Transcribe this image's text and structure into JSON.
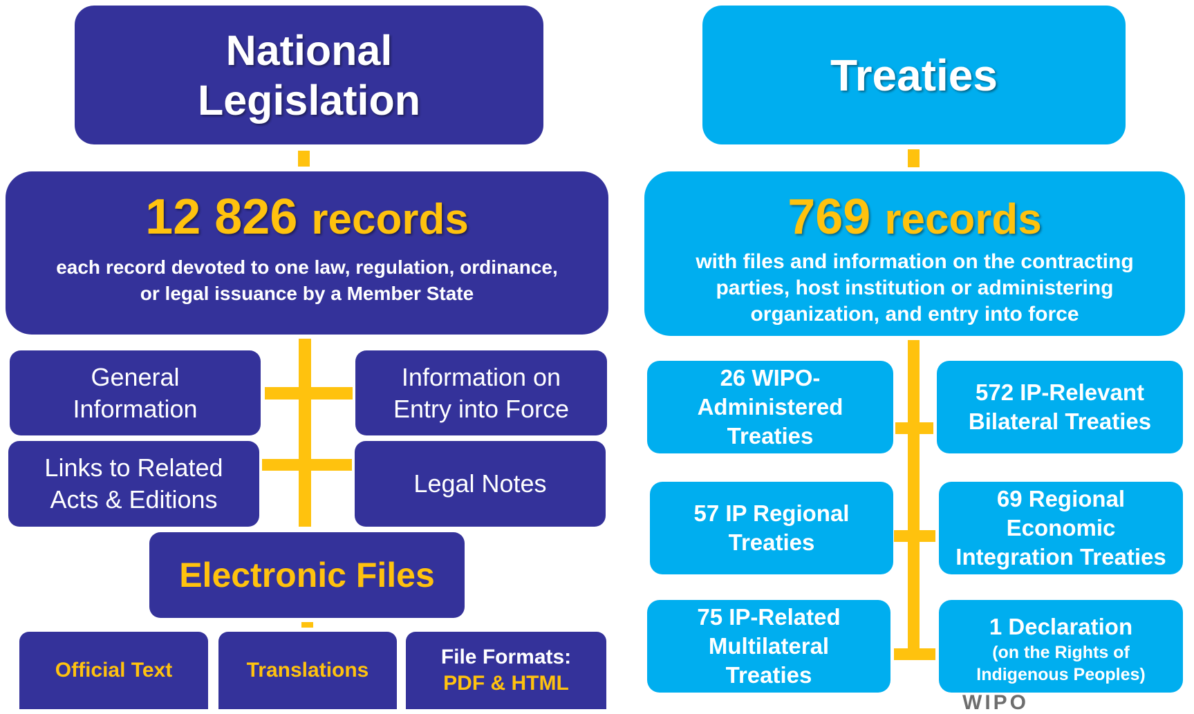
{
  "colors": {
    "navy": "#34329a",
    "sky": "#00aeef",
    "gold": "#ffc20e"
  },
  "left": {
    "title_line1": "National",
    "title_line2": "Legislation",
    "count": "12 826",
    "count_unit": "records",
    "desc_line1": "each record devoted to one law, regulation, ordinance,",
    "desc_line2": "or legal issuance by a Member State",
    "general_info_line1": "General",
    "general_info_line2": "Information",
    "entry_force_line1": "Information on",
    "entry_force_line2": "Entry into Force",
    "links_line1": "Links to Related",
    "links_line2": "Acts & Editions",
    "legal_notes": "Legal Notes",
    "electronic_files": "Electronic Files",
    "official_text": "Official Text",
    "translations": "Translations",
    "file_formats_label": "File Formats:",
    "file_formats_value": "PDF & HTML"
  },
  "right": {
    "title": "Treaties",
    "count": "769",
    "count_unit": "records",
    "desc_line1": "with files and information on the contracting",
    "desc_line2": "parties, host institution or administering",
    "desc_line3": "organization, and entry into force",
    "wipo_admin_line1": "26 WIPO-",
    "wipo_admin_line2": "Administered",
    "wipo_admin_line3": "Treaties",
    "bilateral_line1": "572 IP-Relevant",
    "bilateral_line2": "Bilateral Treaties",
    "regional_line1": "57 IP Regional",
    "regional_line2": "Treaties",
    "economic_line1": "69 Regional",
    "economic_line2": "Economic",
    "economic_line3": "Integration Treaties",
    "multilateral_line1": "75 IP-Related",
    "multilateral_line2": "Multilateral",
    "multilateral_line3": "Treaties",
    "declaration_line1": "1 Declaration",
    "declaration_line2": "(on the Rights of",
    "declaration_line3": "Indigenous Peoples)"
  },
  "footer": {
    "logo": "WIPO"
  }
}
